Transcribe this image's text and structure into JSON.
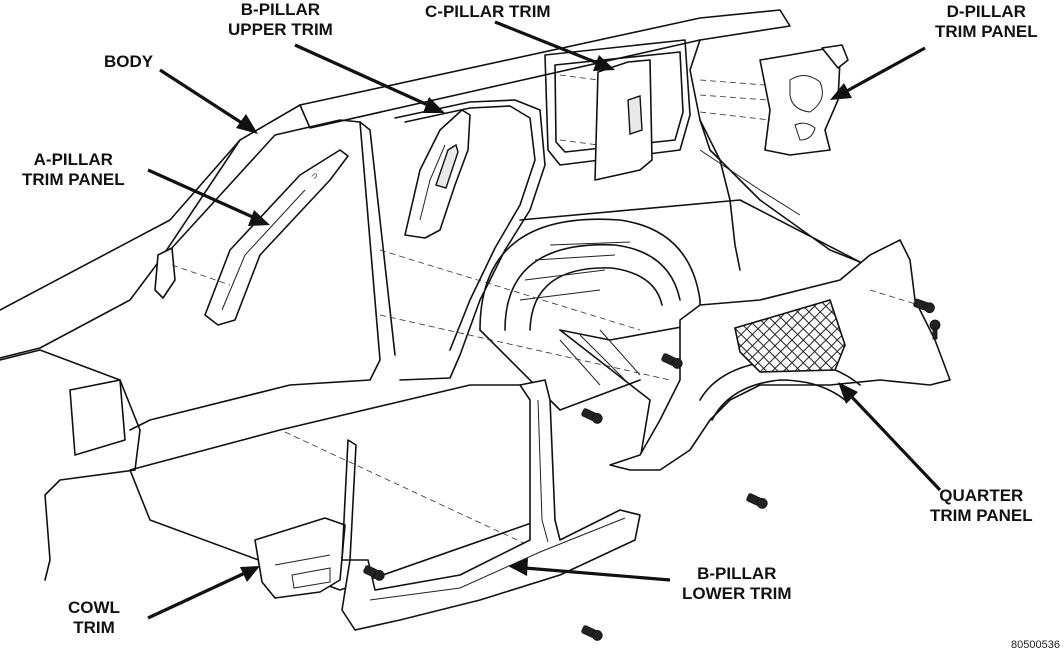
{
  "labels": {
    "body": "BODY",
    "a_pillar": [
      "A-PILLAR",
      "TRIM PANEL"
    ],
    "b_pillar_upper": [
      "B-PILLAR",
      "UPPER TRIM"
    ],
    "c_pillar": "C-PILLAR TRIM",
    "d_pillar": [
      "D-PILLAR",
      "TRIM PANEL"
    ],
    "quarter": [
      "QUARTER",
      "TRIM PANEL"
    ],
    "b_pillar_lower": [
      "B-PILLAR",
      "LOWER TRIM"
    ],
    "cowl": [
      "COWL",
      "TRIM"
    ]
  },
  "figure_number": "80500536"
}
